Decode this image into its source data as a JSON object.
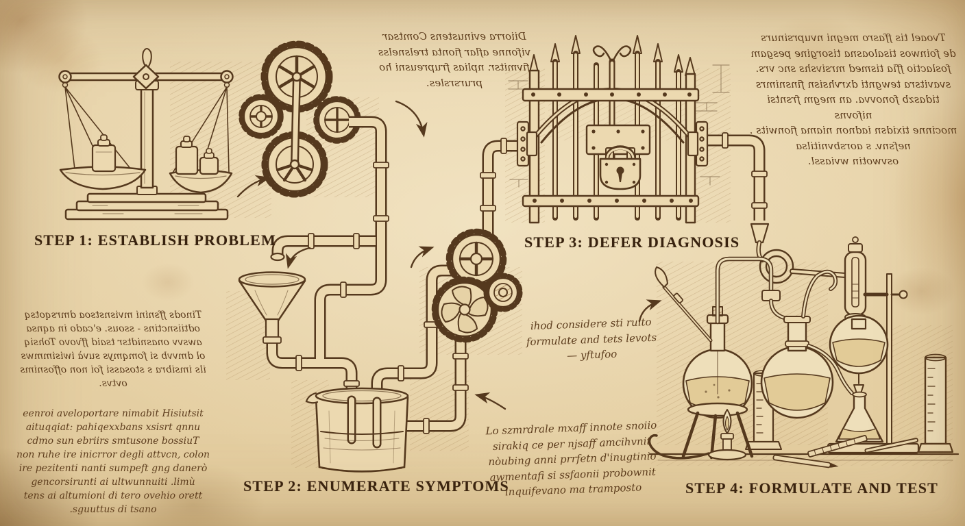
{
  "palette": {
    "parchment": "#e9d6ae",
    "parchment_light": "#f2e5c4",
    "ink": "#55391e",
    "ink_soft": "#7a5a35",
    "label_ink": "#38220f",
    "hatch": "#9a7446",
    "liquid": "#e2cb97"
  },
  "steps": [
    {
      "label": "STEP 1: ESTABLISH PROBLEM",
      "illustration": "balance-scale"
    },
    {
      "label": "STEP 2: ENUMERATE SYMPTOMS",
      "illustration": "funnel-pipes-basin"
    },
    {
      "label": "STEP 3: DEFER DIAGNOSIS",
      "illustration": "locked-gate-with-padlock"
    },
    {
      "label": "STEP 4: FORMULATE AND TEST",
      "illustration": "alchemy-apparatus"
    }
  ],
  "illustrations": [
    {
      "name": "balance-scale",
      "parts": [
        "beam",
        "two pans",
        "weights",
        "stepped base"
      ]
    },
    {
      "name": "gear-train-top",
      "parts": [
        "four meshed cogs",
        "connecting rod",
        "pipe elbow"
      ]
    },
    {
      "name": "funnel-pipes-basin",
      "parts": [
        "funnel",
        "flanged pipes",
        "basin with liquid"
      ]
    },
    {
      "name": "gear-train-middle",
      "parts": [
        "spoked cog",
        "bladed cog",
        "small cog"
      ]
    },
    {
      "name": "locked-gate-with-padlock",
      "parts": [
        "arched wrought gate",
        "spiked bars",
        "padlock",
        "pipe flanges"
      ]
    },
    {
      "name": "alchemy-apparatus",
      "parts": [
        "round flasks",
        "tripod and burner",
        "condenser loop",
        "erlenmeyer flask",
        "graduated cylinders",
        "stand",
        "pens and ruler"
      ]
    }
  ],
  "annotations": {
    "gear_note": {
      "script": "mirrored",
      "lines": [
        "Diiorra evinustens Comtsar",
        "vifonne aflar fionta trelsnelss",
        "fivmitsr. nplias frupreusni ho",
        "prursrsles."
      ]
    },
    "margin_right": {
      "script": "mirrored",
      "lines": [
        "Tvoael tis ffasro megni nvuprsinurs",
        "de foinwos tisaloasna tisorgine pesgam",
        "foslactio ffia tismed mrsivshs snc vrs.",
        "svavitsra tewgnti dxrvhsisn finsnimrs",
        "tidaszb fonovva. an megm frsntsi nifovns",
        "mocinne tixidsn iadnon niama fionwits .",
        "nefsnv. s aorsbvnitilsa",
        "osvwotin wviassl."
      ]
    },
    "margin_left_a": {
      "script": "mirrored",
      "lines": [
        "Tinods ffsnini mvisnstsoa dmrsqotsq",
        "odtiisnctins - ssous. e'cado in aqnsa",
        "awsvv onasnidtsr tsaid ffvovo Tohsiq",
        "ol dmvvb si fomqmys suvà iwisimmws",
        "ils imsibra s stosassi foi non offosnims",
        "ovtvs."
      ]
    },
    "margin_left_b": {
      "script": "pseudo",
      "lines": [
        "eenroi aveloportare nimabit Hisiutsit",
        "aituqqiat: pahiqexxbans xsisrt qnnu",
        "cdmo sun ebriirs smtusone bossiuT",
        "non ruhe ire inicrror degli attvcn, colon",
        "ire pezitenti nanti sumpeft gng danerò",
        "gencorsirunti ai ultwunnuiti .limù",
        "tens ai altumioni di tero ovehio orett",
        ".sguuttus di tsano"
      ]
    },
    "formulate_note": {
      "script": "pseudo",
      "lines": [
        "ihod considere sti ruito",
        "formulate and tets levots",
        "— yftufoo"
      ]
    },
    "transmute_note": {
      "script": "pseudo",
      "lines": [
        "Lo szmrdrale mxaff innote snoiio",
        "sirakiq ce per njsaff amcihvnit",
        "nòubing anni prrfetn d'inugtinio",
        "awmentafi si ssfaonii probownit",
        "inquifevano ma tramposto"
      ]
    }
  }
}
